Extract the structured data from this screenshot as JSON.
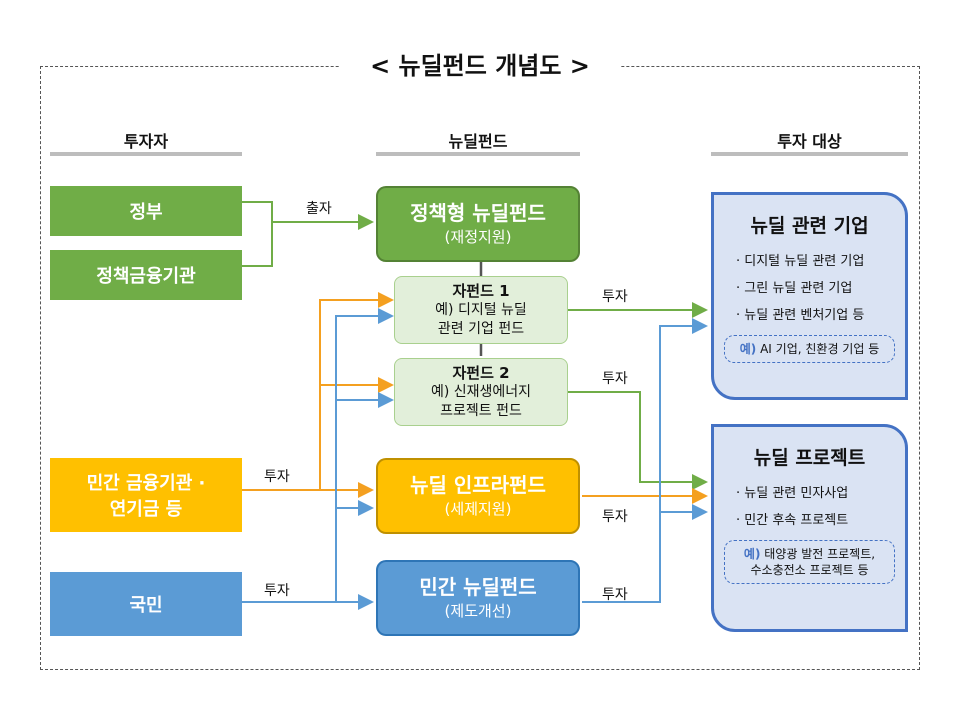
{
  "title": "< 뉴딜펀드 개념도 >",
  "columns": {
    "investors": "투자자",
    "funds": "뉴딜펀드",
    "targets": "투자 대상"
  },
  "investors": {
    "gov": "정부",
    "policy_fin": "정책금융기관",
    "private_fin_1": "민간 금융기관 ·",
    "private_fin_2": "연기금 등",
    "citizens": "국민"
  },
  "funds": {
    "policy": {
      "main": "정책형 뉴딜펀드",
      "sub": "(재정지원)"
    },
    "sub1": {
      "title": "자펀드 1",
      "line1": "예) 디지털 뉴딜",
      "line2": "관련 기업 펀드"
    },
    "sub2": {
      "title": "자펀드 2",
      "line1": "예) 신재생에너지",
      "line2": "프로젝트 펀드"
    },
    "infra": {
      "main": "뉴딜 인프라펀드",
      "sub": "(세제지원)"
    },
    "private": {
      "main": "민간 뉴딜펀드",
      "sub": "(제도개선)"
    }
  },
  "targets": {
    "companies": {
      "title": "뉴딜 관련 기업",
      "items": [
        "· 디지털 뉴딜 관련 기업",
        "· 그린 뉴딜 관련 기업",
        "· 뉴딜 관련 벤처기업 등"
      ],
      "ex_key": "예)",
      "ex_text": "AI 기업, 친환경 기업 등"
    },
    "projects": {
      "title": "뉴딜 프로젝트",
      "items": [
        "· 뉴딜 관련 민자사업",
        "· 민간 후속 프로젝트"
      ],
      "ex_key": "예)",
      "ex_text_1": "태양광 발전 프로젝트,",
      "ex_text_2": "수소충전소 프로젝트 등"
    }
  },
  "labels": {
    "contribution": "출자",
    "invest": "투자"
  },
  "colors": {
    "green": "#70ad47",
    "orange": "#ffc000",
    "blue": "#5b9bd5",
    "target_border": "#4472c4",
    "target_fill": "#dae3f3"
  }
}
